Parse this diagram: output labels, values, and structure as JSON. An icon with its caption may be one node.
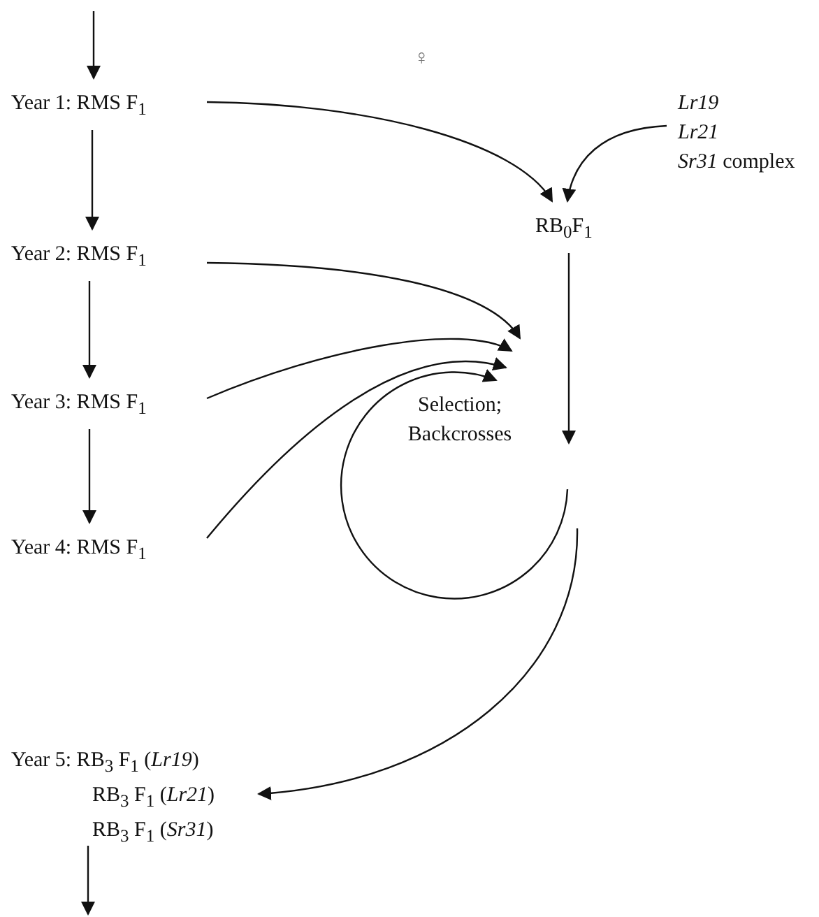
{
  "diagram": {
    "nodes": [
      {
        "text": [
          "Year 1: RMS F$_{1}$"
        ]
      },
      {
        "text": [
          "Year 2: RMS F$_{1}$"
        ]
      },
      {
        "text": [
          "Year 3: RMS F$_{1}$"
        ]
      },
      {
        "text": [
          "Year 4: RMS F$_{1}$"
        ]
      },
      {
        "text": [
          "*Lr19*",
          "*Lr21*",
          "*Sr31* complex"
        ]
      },
      {
        "text": [
          "RB$_{0}$F$_{1}$"
        ]
      },
      {
        "text": [
          "Selection; Backcrosses"
        ]
      },
      {
        "text": [
          "Year 5: RB$_{3}$ F$_{1}$ (*Lr19*)",
          "RB$_{3}$ F$_{1}$ (*Lr21*)",
          "RB$_{3}$ F$_{1}$ (*Sr31*)"
        ]
      }
    ],
    "edges": [
      {
        "from": null,
        "to": 0,
        "arrow": "to"
      },
      {
        "from": 0,
        "to": 1,
        "arrow": "to"
      },
      {
        "from": 1,
        "to": 2,
        "arrow": "to"
      },
      {
        "from": 2,
        "to": 3,
        "arrow": "to"
      },
      {
        "from": 0,
        "to": 5,
        "arrow": "to"
      },
      {
        "from": 4,
        "to": 5,
        "arrow": "to"
      },
      {
        "from": 5,
        "to": 6,
        "arrow": "to"
      },
      {
        "from": 1,
        "to": 6,
        "arrow": "to"
      },
      {
        "from": 2,
        "to": 6,
        "arrow": "to"
      },
      {
        "from": 3,
        "to": 6,
        "arrow": "to"
      },
      {
        "from": 6,
        "to": 6,
        "arrow": "to"
      },
      {
        "from": 6,
        "to": 7,
        "arrow": "to"
      },
      {
        "from": 7,
        "to": null,
        "arrow": "to"
      }
    ],
    "labels": [
      "♀"
    ]
  }
}
